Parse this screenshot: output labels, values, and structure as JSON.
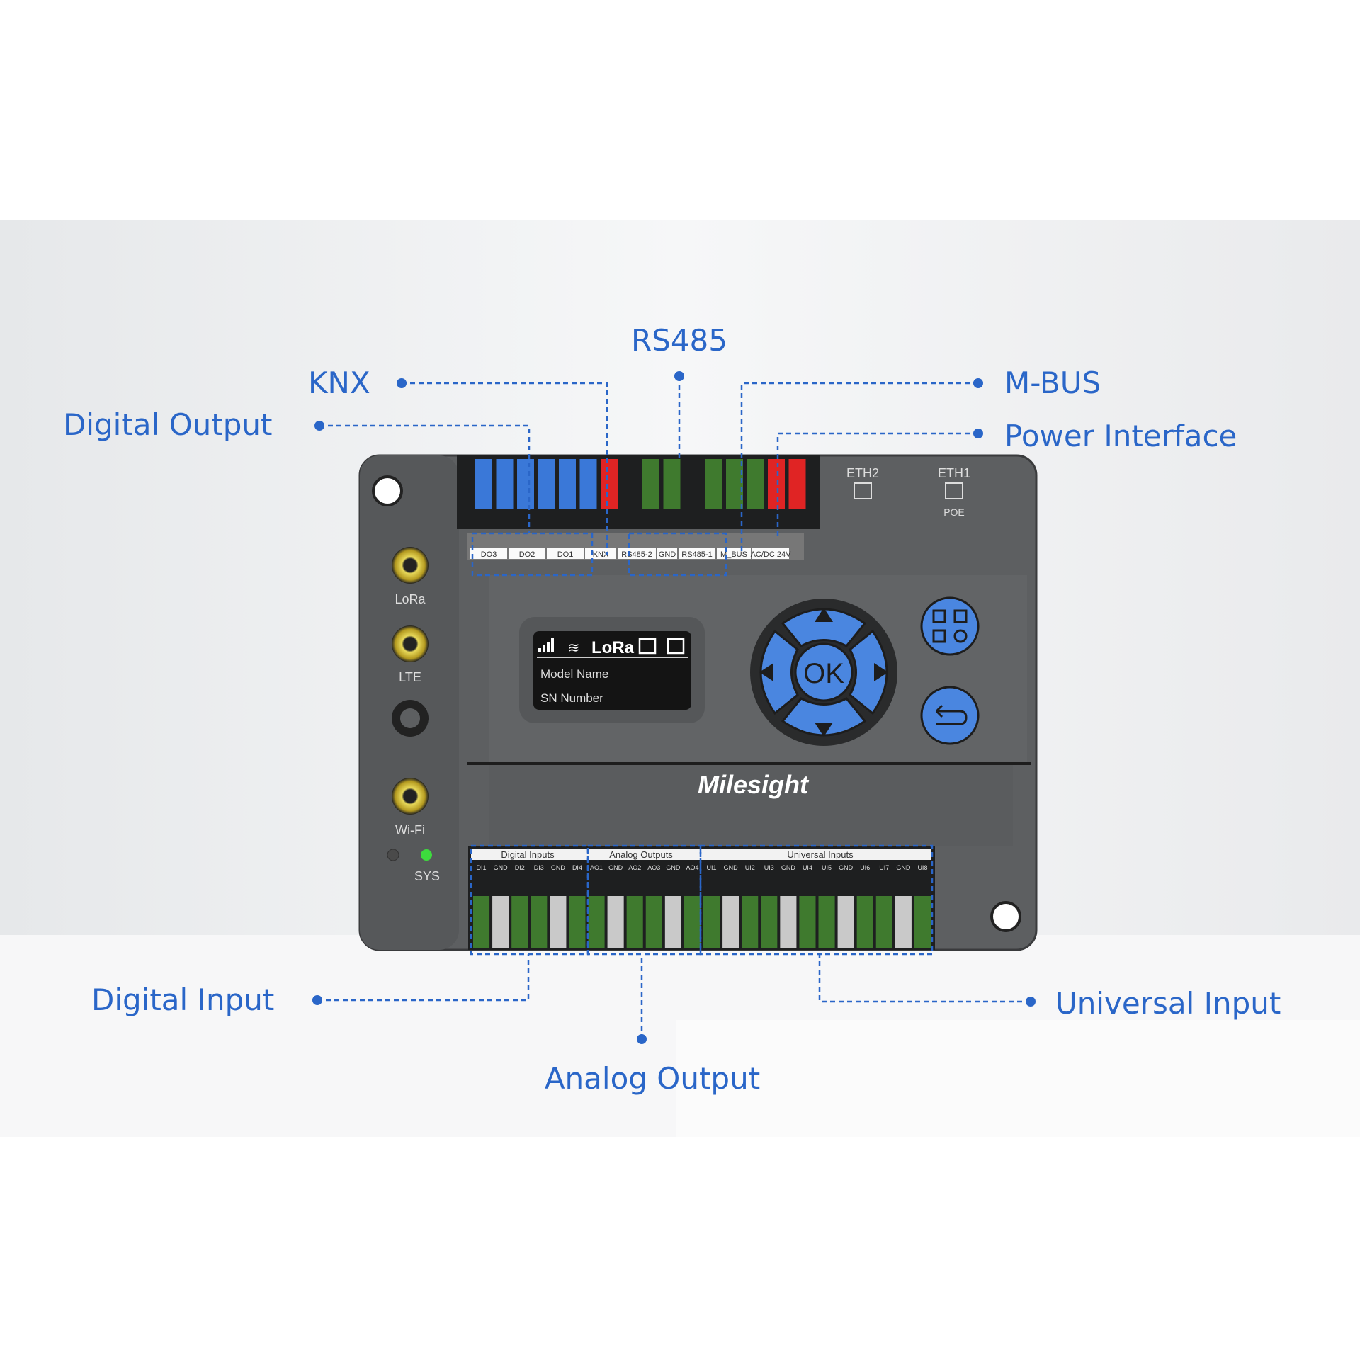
{
  "callouts": {
    "rs485": "RS485",
    "knx": "KNX",
    "digital_output": "Digital Output",
    "m_bus": "M-BUS",
    "power_interface": "Power Interface",
    "digital_input": "Digital Input",
    "analog_output": "Analog Output",
    "universal_input": "Universal Input"
  },
  "device": {
    "brand": "Milesight",
    "top_terminals": [
      "DO3",
      "DO2",
      "DO1",
      "KNX",
      "RS485-2",
      "GND",
      "RS485-1",
      "M_BUS",
      "AC/DC 24V"
    ],
    "eth2": "ETH2",
    "eth1": "ETH1",
    "poe": "POE",
    "antennas": [
      "LoRa",
      "LTE",
      "Wi-Fi"
    ],
    "sys_led": "SYS",
    "screen": {
      "lora": "LoRa",
      "line1": "Model Name",
      "line2": "SN Number"
    },
    "ok_button": "OK",
    "bottom_groups": [
      "Digital Inputs",
      "Analog Outputs",
      "Universal Inputs"
    ],
    "bottom_pins": [
      "DI1",
      "GND",
      "DI2",
      "DI3",
      "GND",
      "DI4",
      "AO1",
      "GND",
      "AO2",
      "AO3",
      "GND",
      "AO4",
      "UI1",
      "GND",
      "UI2",
      "UI3",
      "GND",
      "UI4",
      "UI5",
      "GND",
      "UI6",
      "UI7",
      "GND",
      "UI8"
    ],
    "colors": {
      "accent": "#2a66c8",
      "button": "#4a86e0",
      "green": "#3f7a2e",
      "red": "#e02424",
      "blue": "#3a78d8",
      "body": "#5d5f61"
    }
  }
}
